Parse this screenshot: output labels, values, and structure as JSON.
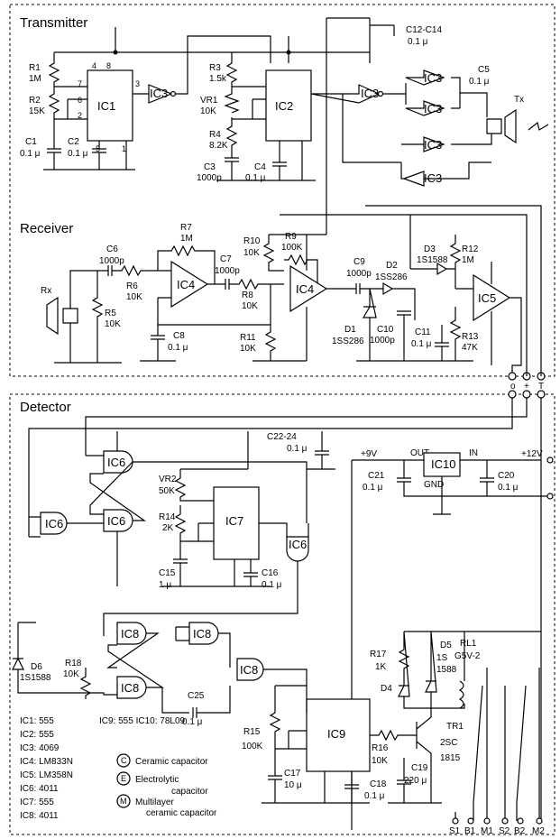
{
  "sections": {
    "transmitter": "Transmitter",
    "receiver": "Receiver",
    "detector": "Detector"
  },
  "terminals": {
    "o": "o",
    "plus": "+",
    "t": "T"
  },
  "transmitter": {
    "r1": "R1",
    "r1v": "1M",
    "r2": "R2",
    "r2v": "15K",
    "c1": "C1",
    "c1v": "0.1 μ",
    "c2": "C2",
    "c2v": "0.1 μ",
    "ic1": "IC1",
    "ic3": "IC3",
    "ic2": "IC2",
    "r3": "R3",
    "r3v": "1.5k",
    "vr1": "VR1",
    "vr1v": "10K",
    "r4": "R4",
    "r4v": "8.2K",
    "c3": "C3",
    "c3v": "1000p",
    "c4": "C4",
    "c4v": "0.1 μ",
    "c12": "C12-C14",
    "c12v": "0.1 μ",
    "c5": "C5",
    "c5v": "0.1 μ",
    "tx": "Tx"
  },
  "receiver": {
    "c6": "C6",
    "c6v": "1000p",
    "r6": "R6",
    "r6v": "10K",
    "r5": "R5",
    "r5v": "10K",
    "rx": "Rx",
    "r7": "R7",
    "r7v": "1M",
    "ic4": "IC4",
    "c7": "C7",
    "c7v": "1000p",
    "r8": "R8",
    "r8v": "10K",
    "c8": "C8",
    "c8v": "0.1 μ",
    "r10": "R10",
    "r10v": "10K",
    "r9": "R9",
    "r9v": "100K",
    "r11": "R11",
    "r11v": "10K",
    "c9": "C9",
    "c9v": "1000p",
    "d2": "D2",
    "d2v": "1SS286",
    "d1": "D1",
    "d1v": "1SS286",
    "c10": "C10",
    "c10v": "1000p",
    "d3": "D3",
    "d3v": "1S1588",
    "r12": "R12",
    "r12v": "1M",
    "ic5": "IC5",
    "c11": "C11",
    "c11v": "0.1 μ",
    "r13": "R13",
    "r13v": "47K"
  },
  "detector": {
    "c22": "C22-24",
    "c22v": "0.1 μ",
    "v9": "+9V",
    "out": "OUT",
    "in": "IN",
    "v12": "+12V",
    "gnd": "GND",
    "ic10": "IC10",
    "c21": "C21",
    "c21v": "0.1 μ",
    "c20": "C20",
    "c20v": "0.1 μ",
    "ic6": "IC6",
    "vr2": "VR2",
    "vr2v": "50K",
    "r14": "R14",
    "r14v": "2K",
    "ic7": "IC7",
    "c15": "C15",
    "c15v": "1 μ",
    "c16": "C16",
    "c16v": "0.1 μ",
    "ic8": "IC8",
    "d6": "D6",
    "d6v": "1S1588",
    "r18": "R18",
    "r18v": "10K",
    "c25": "C25",
    "c25v": "0.1 μ",
    "rl1": "RL1",
    "rl1v": "G5V-2",
    "r17": "R17",
    "r17v": "1K",
    "d5": "D5",
    "d5v": "1S\n1588",
    "d4": "D4",
    "r15": "R15",
    "r15v": "100K",
    "ic9": "IC9",
    "r16": "R16",
    "r16v": "10K",
    "tr1": "TR1",
    "tr1v": "2SC\n1815",
    "c19": "C19",
    "c19v": "220 μ",
    "c17": "C17",
    "c17v": "10 μ",
    "c18": "C18",
    "c18v": "0.1 μ",
    "s1": "S1",
    "b1": "B1",
    "m1": "M1",
    "s2": "S2",
    "b2": "B2",
    "m2": "M2"
  },
  "parts_list": [
    "IC1: 555",
    "IC2: 555",
    "IC3: 4069",
    "IC4: LM833N",
    "IC5: LM358N",
    "IC6: 4011",
    "IC7: 555",
    "IC8: 4011"
  ],
  "parts_list_2": "IC9: 555   IC10: 78L09",
  "legend": {
    "c": "C",
    "c_text": "Ceramic capacitor",
    "e": "E",
    "e_text": "Electrolytic",
    "e_text2": "capacitor",
    "m": "M",
    "m_text": "Multilayer",
    "m_text2": "ceramic capacitor"
  }
}
